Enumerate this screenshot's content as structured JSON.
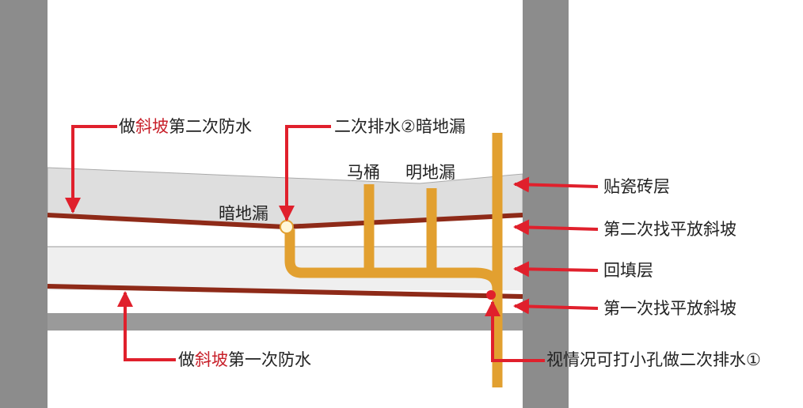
{
  "colors": {
    "wall": "#8c8c8c",
    "tile": "#dedede",
    "backfill": "#ededed",
    "membrane": "#8e2a18",
    "pipe": "#e2a030",
    "arrow": "#e0202c"
  },
  "labels": {
    "second_waterproof": {
      "pre": "做",
      "red": "斜坡",
      "post": "第二次防水"
    },
    "first_waterproof": {
      "pre": "做",
      "red": "斜坡",
      "post": "第一次防水"
    },
    "secondary_drain_2": "二次排水②暗地漏",
    "toilet": "马桶",
    "open_floor_drain": "明地漏",
    "hidden_floor_drain": "暗地漏",
    "tile_layer": "贴瓷砖层",
    "second_leveling": "第二次找平放斜坡",
    "backfill_layer": "回填层",
    "first_leveling": "第一次找平放斜坡",
    "drill_hole_drain_1": "视情况可打小孔做二次排水①"
  }
}
